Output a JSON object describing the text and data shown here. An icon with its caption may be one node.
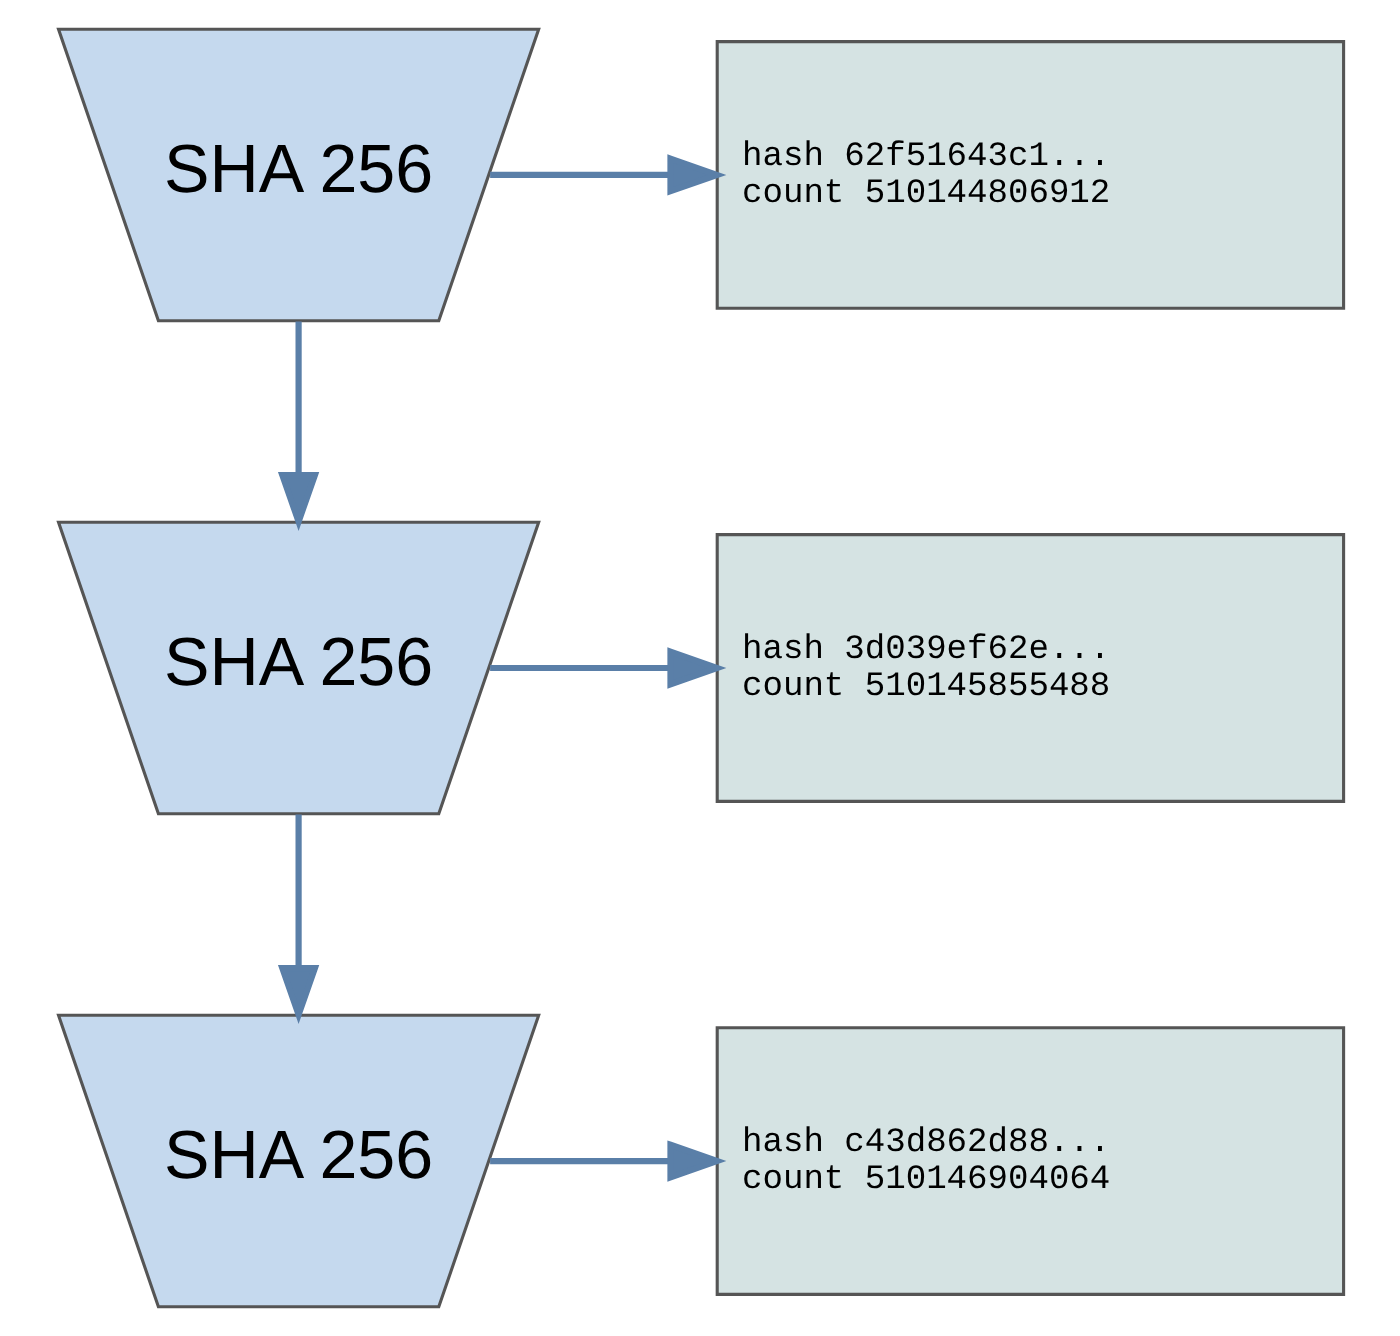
{
  "diagram": {
    "nodes": [
      {
        "text": [
          "SHA 256"
        ]
      },
      {
        "text": [
          "hash 62f51643c1...",
          "count 510144806912"
        ]
      },
      {
        "text": [
          "SHA 256"
        ]
      },
      {
        "text": [
          "hash 3d039ef62e...",
          "count 510145855488"
        ]
      },
      {
        "text": [
          "SHA 256"
        ]
      },
      {
        "text": [
          "hash c43d862d88...",
          "count 510146904064"
        ]
      }
    ],
    "edges": [
      {
        "from": 0,
        "to": 1,
        "arrow": "to"
      },
      {
        "from": 0,
        "to": 2,
        "arrow": "to"
      },
      {
        "from": 2,
        "to": 3,
        "arrow": "to"
      },
      {
        "from": 2,
        "to": 4,
        "arrow": "to"
      },
      {
        "from": 4,
        "to": 5,
        "arrow": "to"
      }
    ]
  }
}
